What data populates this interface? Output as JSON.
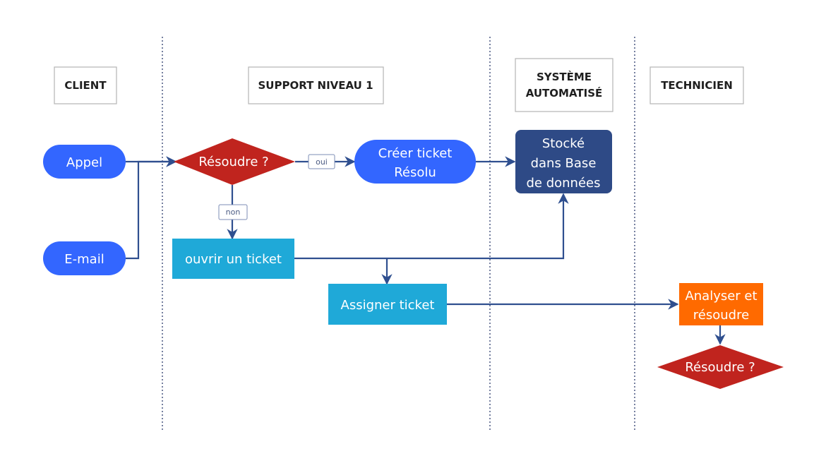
{
  "lanes": [
    {
      "id": "client",
      "title_lines": [
        "CLIENT"
      ]
    },
    {
      "id": "support",
      "title_lines": [
        "SUPPORT NIVEAU 1"
      ]
    },
    {
      "id": "system",
      "title_lines": [
        "SYSTÈME",
        "AUTOMATISÉ"
      ]
    },
    {
      "id": "technicien",
      "title_lines": [
        "TECHNICIEN"
      ]
    }
  ],
  "nodes": {
    "appel": {
      "lines": [
        "Appel"
      ],
      "shape": "rounded",
      "color": "#3366ff"
    },
    "email": {
      "lines": [
        "E-mail"
      ],
      "shape": "rounded",
      "color": "#3366ff"
    },
    "resoudre1": {
      "lines": [
        "Résoudre ?"
      ],
      "shape": "diamond",
      "color": "#c0241e"
    },
    "creer_ticket": {
      "lines": [
        "Créer ticket",
        "Résolu"
      ],
      "shape": "rounded",
      "color": "#3366ff"
    },
    "stocke": {
      "lines": [
        "Stocké",
        "dans Base",
        "de données"
      ],
      "shape": "box",
      "color": "#2e4a86"
    },
    "ouvrir_ticket": {
      "lines": [
        "ouvrir un ticket"
      ],
      "shape": "rect",
      "color": "#1fa9d8"
    },
    "assigner_ticket": {
      "lines": [
        "Assigner ticket"
      ],
      "shape": "rect",
      "color": "#1fa9d8"
    },
    "analyser": {
      "lines": [
        "Analyser et",
        "résoudre"
      ],
      "shape": "rect",
      "color": "#ff6a00"
    },
    "resoudre2": {
      "lines": [
        "Résoudre ?"
      ],
      "shape": "diamond",
      "color": "#c0241e"
    }
  },
  "edge_labels": {
    "oui": "oui",
    "non": "non"
  },
  "colors": {
    "connector": "#2f4f8f",
    "lane_divider": "#3c4a78",
    "title_border": "#b5b5b5"
  }
}
